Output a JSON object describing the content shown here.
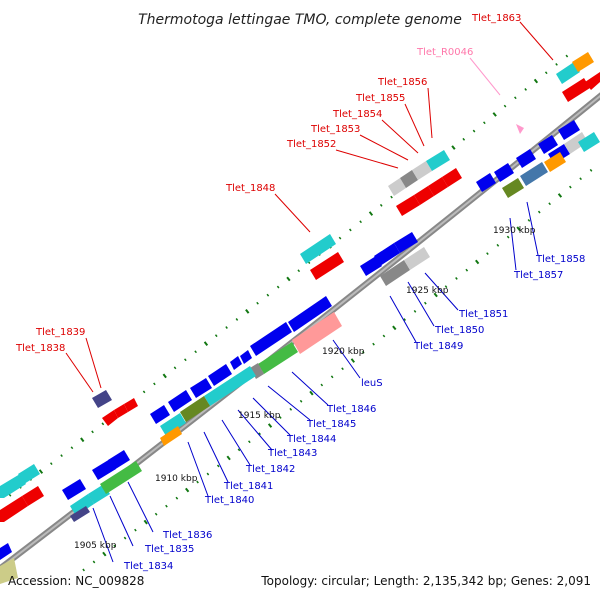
{
  "title": "Thermotoga lettingae TMO, complete genome",
  "accession": "Accession: NC_009828",
  "topology": "Topology: circular; Length: 2,135,342 bp; Genes: 2,091",
  "colors": {
    "forward": "#0000ee",
    "reverse": "#ee0000",
    "rna": "#ff99cc",
    "backbone": "#888888",
    "tick": "#117711"
  },
  "kbp_labels": [
    "1905 kbp",
    "1910 kbp",
    "1915 kbp",
    "1920 kbp",
    "1925 kbp",
    "1930 kbp"
  ],
  "labels_top": [
    "Tlet_1863",
    "Tlet_R0046",
    "Tlet_1856",
    "Tlet_1855",
    "Tlet_1854",
    "Tlet_1853",
    "Tlet_1852",
    "Tlet_1848",
    "Tlet_1839",
    "Tlet_1838"
  ],
  "labels_bottom": [
    "Tlet_1858",
    "Tlet_1857",
    "Tlet_1851",
    "Tlet_1850",
    "Tlet_1849",
    "leuS",
    "Tlet_1846",
    "Tlet_1845",
    "Tlet_1844",
    "Tlet_1843",
    "Tlet_1842",
    "Tlet_1841",
    "Tlet_1840",
    "Tlet_1836",
    "Tlet_1835",
    "Tlet_1834"
  ]
}
